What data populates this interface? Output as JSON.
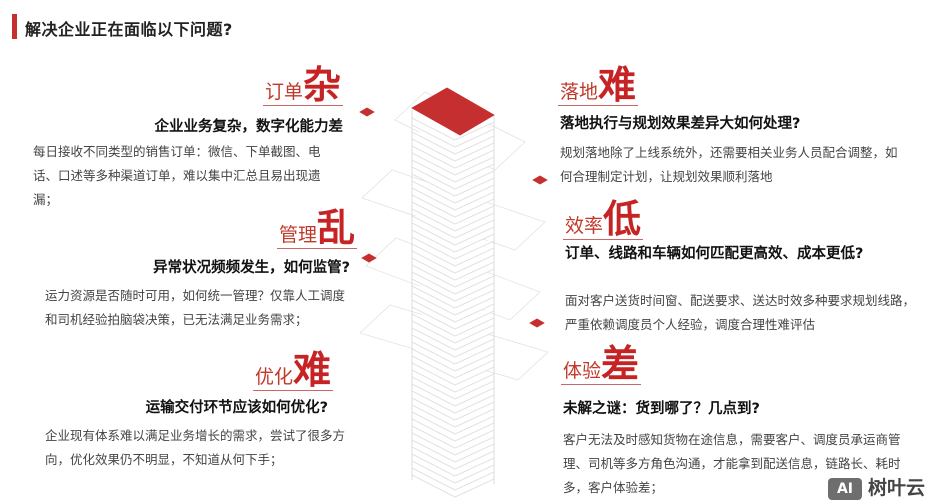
{
  "header": {
    "title": "解决企业正在面临以下问题?"
  },
  "colors": {
    "accent": "#c62f2f"
  },
  "left": [
    {
      "prefix": "订单",
      "big": "杂",
      "heading": "企业业务复杂，数字化能力差",
      "body": "每日接收不同类型的销售订单：微信、下单截图、电话、口述等多种渠道订单，难以集中汇总且易出现遗漏；"
    },
    {
      "prefix": "管理",
      "big": "乱",
      "heading": "异常状况频频发生，如何监管?",
      "body": "运力资源是否随时可用，如何统一管理？仅靠人工调度和司机经验拍脑袋决策，已无法满足业务需求；"
    },
    {
      "prefix": "优化",
      "big": "难",
      "heading": "运输交付环节应该如何优化?",
      "body": "企业现有体系难以满足业务增长的需求，尝试了很多方向，优化效果仍不明显，不知道从何下手；"
    }
  ],
  "right": [
    {
      "prefix": "落地",
      "big": "难",
      "heading": "落地执行与规划效果差异大如何处理?",
      "body": "规划落地除了上线系统外，还需要相关业务人员配合调整，如何合理制定计划，让规划效果顺利落地"
    },
    {
      "prefix": "效率",
      "big": "低",
      "heading": "订单、线路和车辆如何匹配更高效、成本更低?",
      "body": "面对客户送货时间窗、配送要求、送达时效多种要求规划线路，严重依赖调度员个人经验，调度合理性难评估"
    },
    {
      "prefix": "体验",
      "big": "差",
      "heading": "未解之谜：货到哪了？几点到?",
      "body": "客户无法及时感知货物在途信息，需要客户、调度员承运商管理、司机等多方角色沟通，才能拿到配送信息，链路长、耗时多，客户体验差；"
    }
  ],
  "watermark": {
    "logo": "AI",
    "text": "树叶云"
  }
}
